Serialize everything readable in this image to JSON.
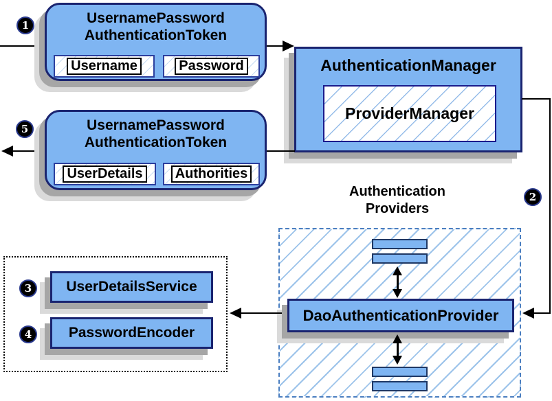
{
  "colors": {
    "box_fill": "#7fb5f2",
    "box_border": "#1a2470",
    "field_border": "#2c3f9e",
    "inner_border": "#1a1a8c",
    "bar_border": "#1f3864",
    "hatch_line": "#9cc3ea",
    "hatch_line_mid": "#95bce9",
    "hatch_line_light": "#c7dcf4",
    "dashed_border": "#4a7ec0",
    "shadow_dark": "#a6a6a6",
    "shadow_light": "#dadada",
    "badge_ring": "#2a3a8e"
  },
  "badges": {
    "step1": "1",
    "step2": "2",
    "step3": "3",
    "step4": "4",
    "step5": "5"
  },
  "token_request": {
    "title_line1": "UsernamePassword",
    "title_line2": "AuthenticationToken",
    "fields": [
      "Username",
      "Password"
    ]
  },
  "auth_manager": {
    "title": "AuthenticationManager",
    "inner": "ProviderManager"
  },
  "token_response": {
    "title_line1": "UsernamePassword",
    "title_line2": "AuthenticationToken",
    "fields": [
      "UserDetails",
      "Authorities"
    ]
  },
  "providers": {
    "heading_line1": "Authentication",
    "heading_line2": "Providers",
    "main_provider": "DaoAuthenticationProvider"
  },
  "services": {
    "user_details_service": "UserDetailsService",
    "password_encoder": "PasswordEncoder"
  }
}
